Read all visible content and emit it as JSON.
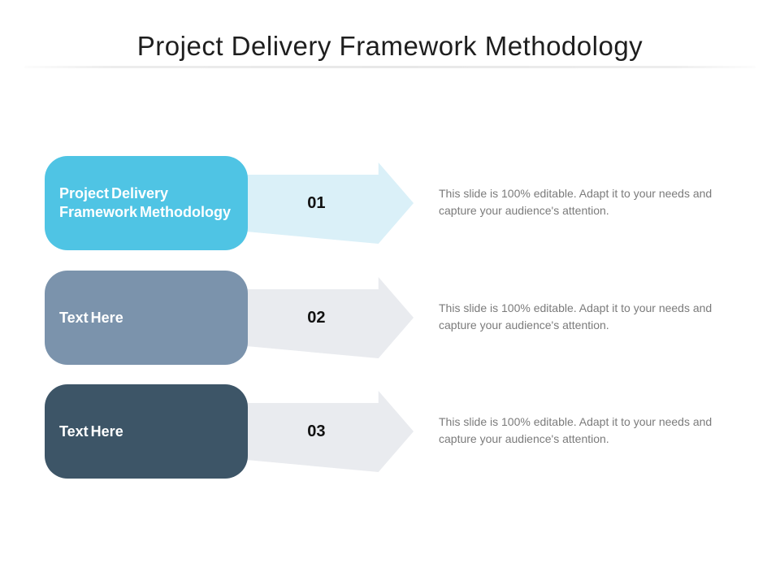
{
  "slide": {
    "title": "Project Delivery Framework Methodology",
    "background_color": "#ffffff",
    "title_color": "#1e1e1e"
  },
  "rows": [
    {
      "label": "Project Delivery Framework Methodology",
      "number": "01",
      "description": "This slide is 100% editable. Adapt it to your needs and capture your audience's attention.",
      "box_color": "#4FC4E4",
      "arrow_color": "#DAF0F8",
      "label_color": "#FFFFFF",
      "number_color": "#111111",
      "description_color": "#7B7B7B"
    },
    {
      "label": "Text Here",
      "number": "02",
      "description": "This slide is 100% editable. Adapt it to your needs and capture your audience's attention.",
      "box_color": "#7B93AC",
      "arrow_color": "#E9EBEF",
      "label_color": "#FFFFFF",
      "number_color": "#111111",
      "description_color": "#7B7B7B"
    },
    {
      "label": "Text Here",
      "number": "03",
      "description": "This slide is 100% editable. Adapt it to your needs and capture your audience's attention.",
      "box_color": "#3D5567",
      "arrow_color": "#E9EBEF",
      "label_color": "#FFFFFF",
      "number_color": "#111111",
      "description_color": "#7B7B7B"
    }
  ]
}
